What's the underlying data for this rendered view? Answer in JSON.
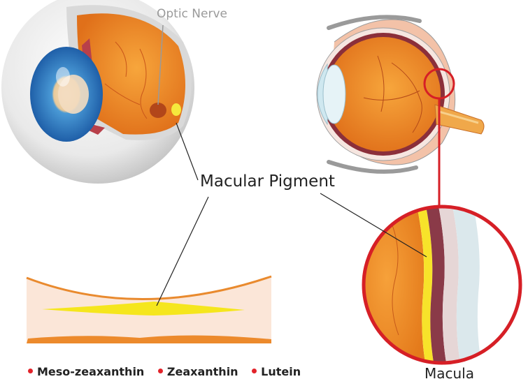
{
  "labels": {
    "optic_nerve": "Optic Nerve",
    "macular_pigment": "Macular Pigment",
    "macula": "Macula"
  },
  "legend": [
    {
      "label": "Meso-zeaxanthin",
      "color": "#e2232a"
    },
    {
      "label": "Zeaxanthin",
      "color": "#e2232a"
    },
    {
      "label": "Lutein",
      "color": "#e2232a"
    }
  ],
  "colors": {
    "retina_orange": "#ee8a1f",
    "pigment_yellow": "#f3e51a",
    "sclera_white": "#f2f2f2",
    "highlight_red": "#d61f26",
    "iris_blue": "#2f7cc4"
  }
}
